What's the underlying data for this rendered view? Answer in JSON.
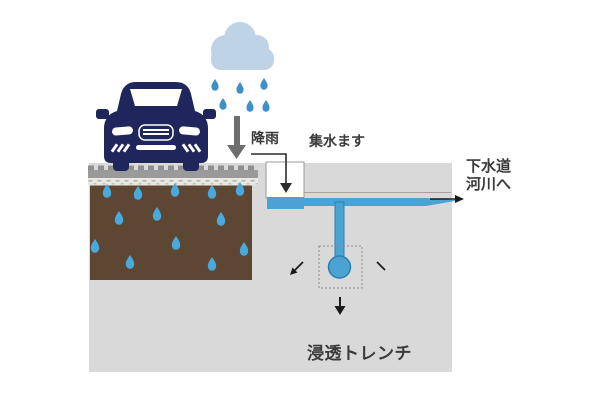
{
  "diagram": {
    "type": "infiltration-trench-illustration",
    "labels": {
      "rainfall": "降雨",
      "catch_basin": "集水ます",
      "outflow_line1": "下水道",
      "outflow_line2": "河川へ",
      "trench": "浸透トレンチ"
    },
    "colors": {
      "car": "#1f265c",
      "cloud": "#bfd3e7",
      "rain_drop": "#3f8fc8",
      "soil_drop": "#4aa9dc",
      "water": "#4ba3d4",
      "water_outline": "#2e7fae",
      "soil": "#5d4732",
      "ground": "#d9d9d9",
      "pavement": "#9a9a9a",
      "pavement_teeth": "#8f8f8f",
      "gravel": "#eae8e3",
      "rain_arrow": "#6e6e6e",
      "flow_arrow": "#2b2b2b",
      "text": "#3a3a3a"
    },
    "icons": [
      "rain-cloud-icon",
      "rain-drop-icon",
      "rainfall-arrow-icon",
      "car-icon",
      "inflow-arrow-icon",
      "outflow-arrow-icon",
      "seep-arrow-left-icon",
      "seep-arrow-right-icon",
      "seep-arrow-down-icon"
    ]
  }
}
